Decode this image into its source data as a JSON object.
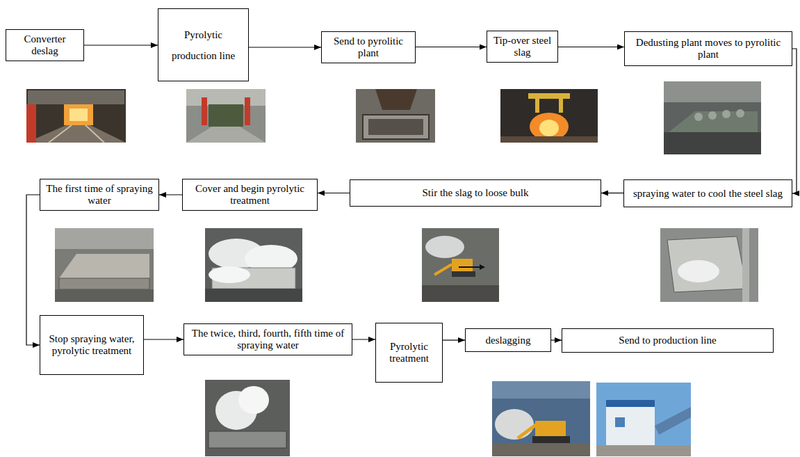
{
  "diagram": {
    "nodes": [
      {
        "text": [
          "Converter deslag"
        ]
      },
      {
        "text": [
          "Pyrolytic production line"
        ]
      },
      {
        "text": [
          "Send to pyrolitic plant"
        ]
      },
      {
        "text": [
          "Tip-over steel slag"
        ]
      },
      {
        "text": [
          "Dedusting plant moves to pyrolitic plant"
        ]
      },
      {
        "text": [
          "The first time of spraying water"
        ]
      },
      {
        "text": [
          "Cover and begin pyrolytic treatment"
        ]
      },
      {
        "text": [
          "Stir the slag to loose bulk"
        ]
      },
      {
        "text": [
          "spraying water to cool the steel slag"
        ]
      },
      {
        "text": [
          "Stop spraying water, pyrolytic treatment"
        ]
      },
      {
        "text": [
          "The twice, third, fourth, fifth time of spraying water"
        ]
      },
      {
        "text": [
          "Pyrolytic treatment"
        ]
      },
      {
        "text": [
          "deslagging"
        ]
      },
      {
        "text": [
          "Send to production line"
        ]
      }
    ],
    "edges": [
      {
        "from": 0,
        "to": 1,
        "arrow": "to"
      },
      {
        "from": 1,
        "to": 2,
        "arrow": "to"
      },
      {
        "from": 2,
        "to": 3,
        "arrow": "to"
      },
      {
        "from": 3,
        "to": 4,
        "arrow": "to"
      },
      {
        "from": 4,
        "to": 8,
        "arrow": "to"
      },
      {
        "from": 8,
        "to": 7,
        "arrow": "to"
      },
      {
        "from": 7,
        "to": 6,
        "arrow": "to"
      },
      {
        "from": 6,
        "to": 5,
        "arrow": "to"
      },
      {
        "from": 5,
        "to": 9,
        "arrow": "to"
      },
      {
        "from": 9,
        "to": 10,
        "arrow": "to"
      },
      {
        "from": 10,
        "to": 11,
        "arrow": "to"
      },
      {
        "from": 11,
        "to": 12,
        "arrow": "to"
      },
      {
        "from": 12,
        "to": 13,
        "arrow": "to"
      }
    ]
  }
}
